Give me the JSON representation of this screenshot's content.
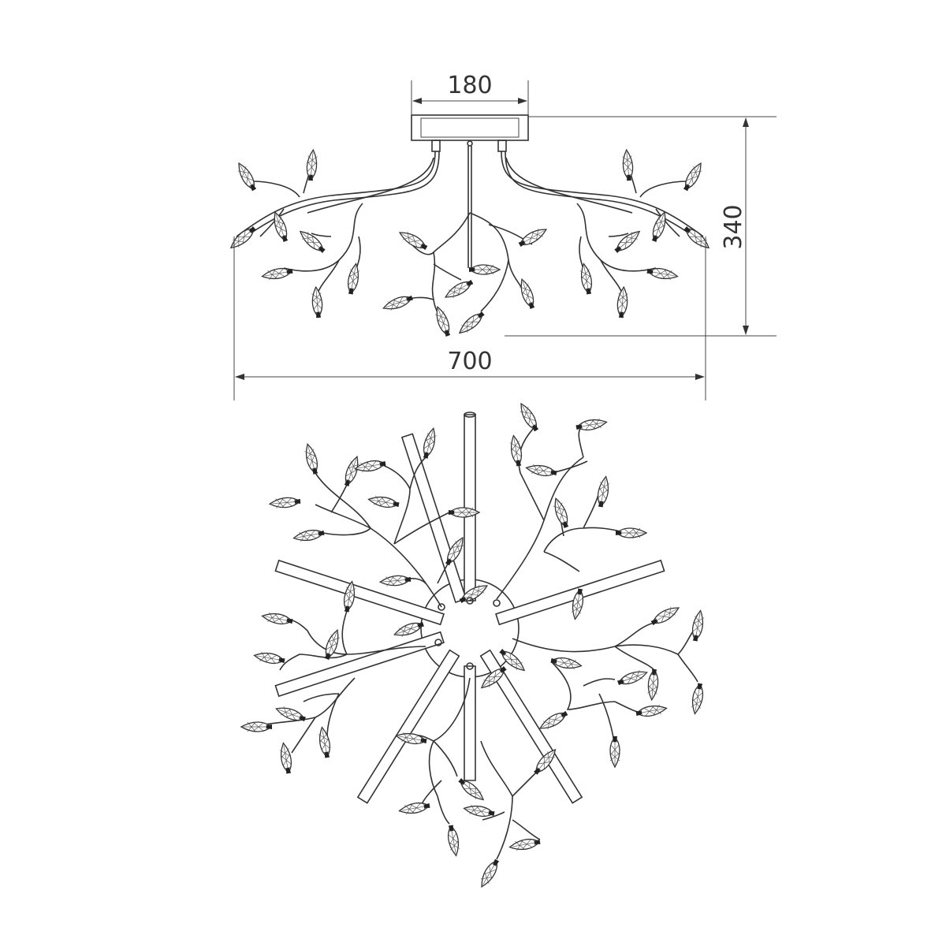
{
  "dimensions": {
    "base_width": "180",
    "height": "340",
    "overall_width": "700"
  }
}
